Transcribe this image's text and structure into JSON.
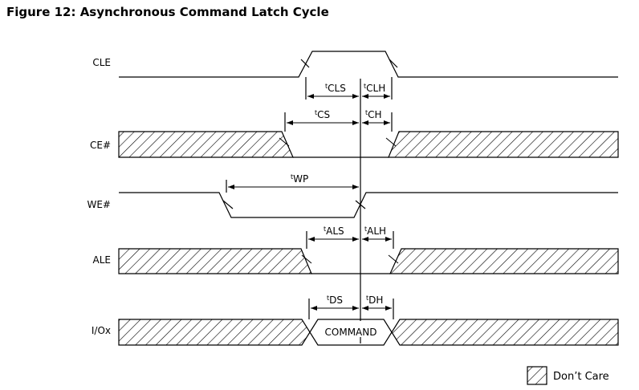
{
  "figure": {
    "title": "Figure 12: Asynchronous Command Latch Cycle"
  },
  "signals": {
    "cle": "CLE",
    "ce": "CE#",
    "we": "WE#",
    "ale": "ALE",
    "io": "I/Ox"
  },
  "timings": {
    "tcls": {
      "pre": "t",
      "main": "CLS"
    },
    "tclh": {
      "pre": "t",
      "main": "CLH"
    },
    "tcs": {
      "pre": "t",
      "main": "CS"
    },
    "tch": {
      "pre": "t",
      "main": "CH"
    },
    "twp": {
      "pre": "t",
      "main": "WP"
    },
    "tals": {
      "pre": "t",
      "main": "ALS"
    },
    "talh": {
      "pre": "t",
      "main": "ALH"
    },
    "tds": {
      "pre": "t",
      "main": "DS"
    },
    "tdh": {
      "pre": "t",
      "main": "DH"
    }
  },
  "bus": {
    "command": "COMMAND"
  },
  "legend": {
    "dont_care": "Don’t Care"
  }
}
